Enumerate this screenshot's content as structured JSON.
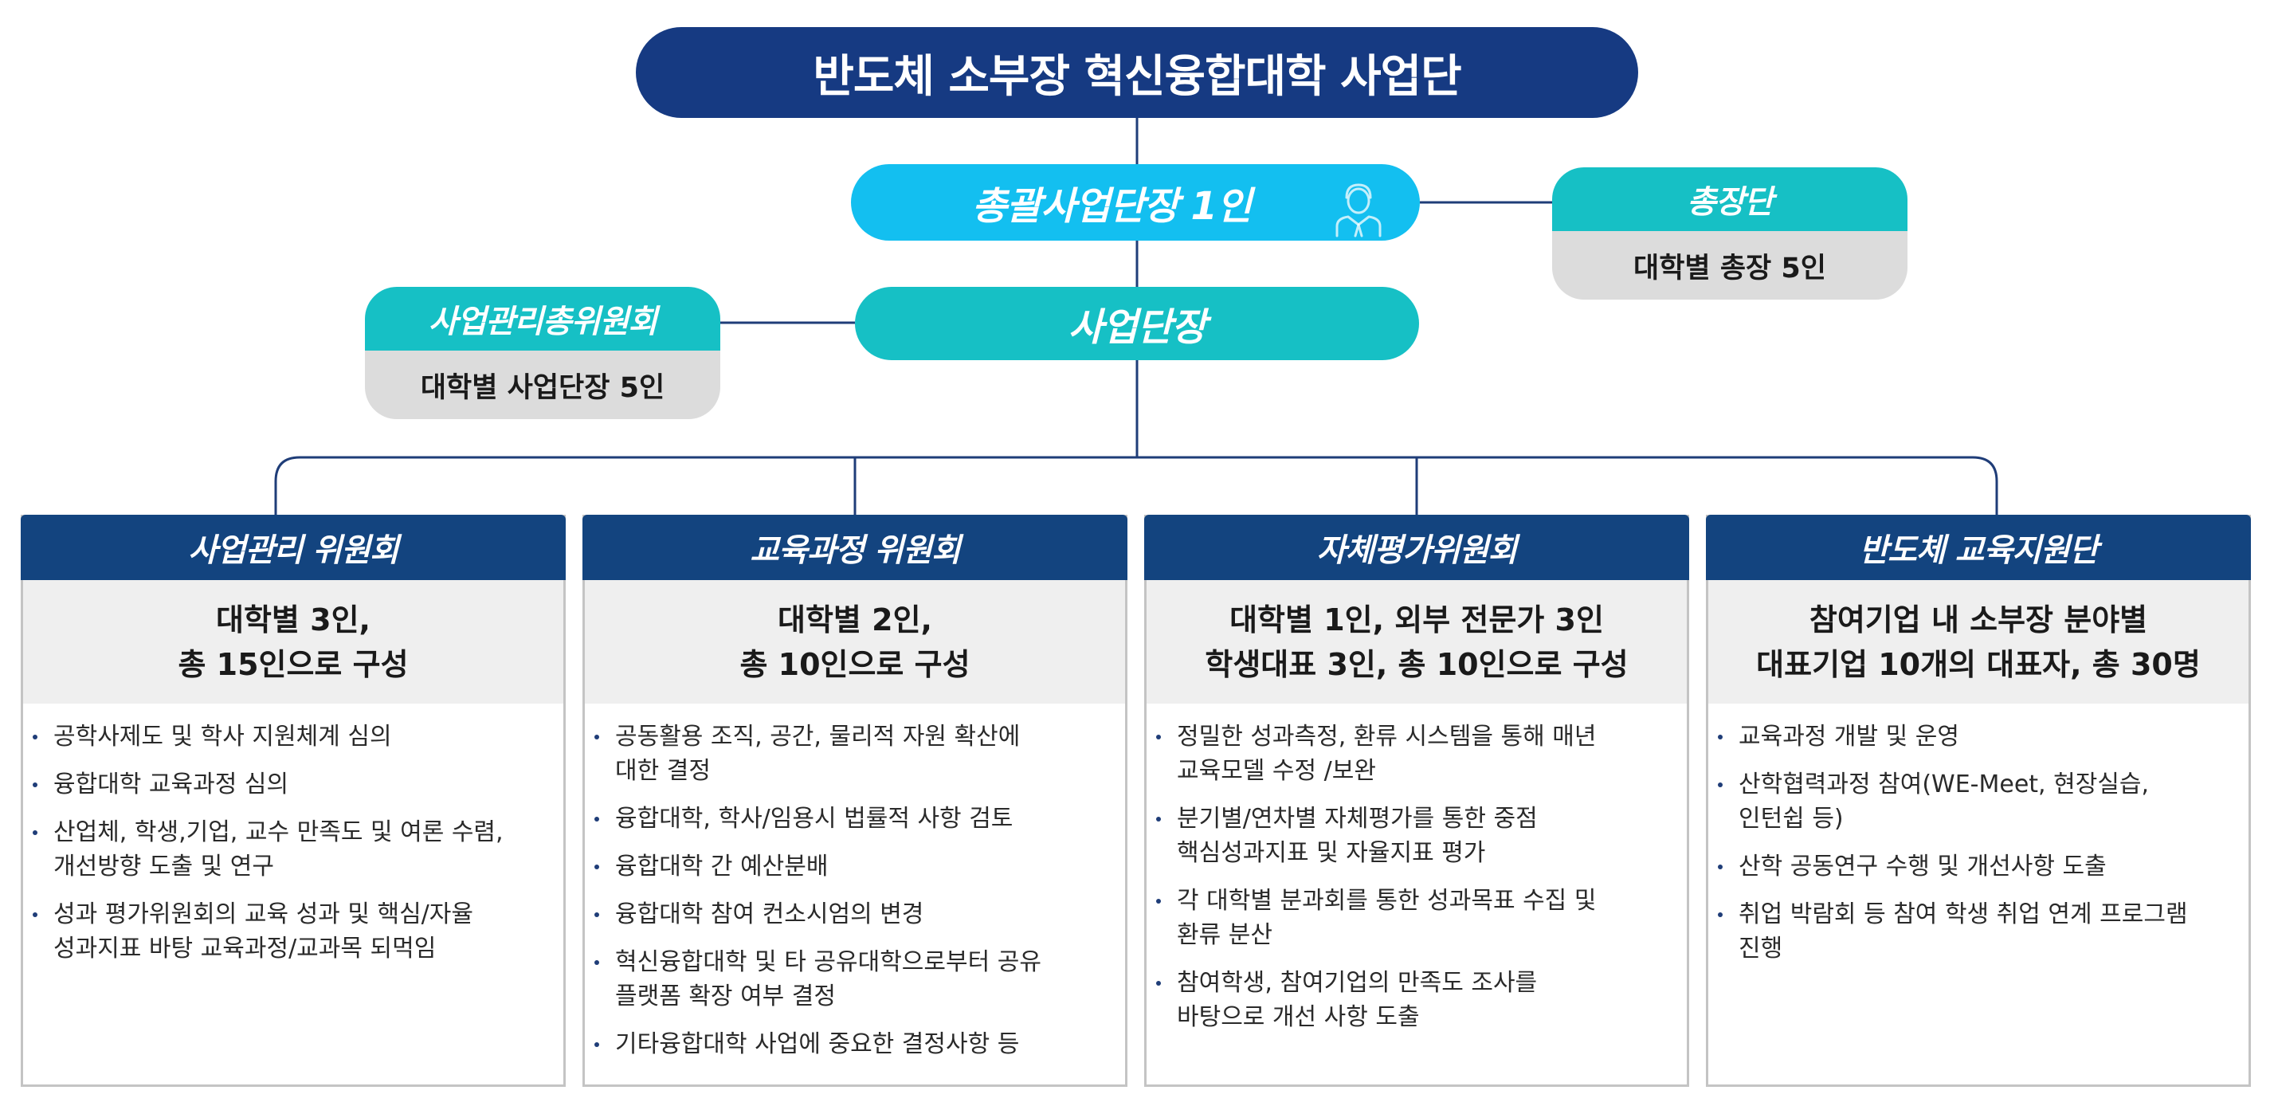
{
  "title": "반도체 소부장 혁신융합대학 사업단",
  "director": {
    "label": "총괄사업단장 1인",
    "icon": "person-icon"
  },
  "president": {
    "title": "총장단",
    "desc": "대학별 총장 5인"
  },
  "project_head": {
    "label": "사업단장"
  },
  "general_committee": {
    "title": "사업관리총위원회",
    "desc": "대학별 사업단장 5인"
  },
  "colors": {
    "navy": "#163a82",
    "sky": "#13bff0",
    "teal": "#16c0c5",
    "committee_header": "#13447f",
    "connector": "#1f3d78"
  },
  "committees": [
    {
      "title": "사업관리 위원회",
      "sub1": "대학별 3인,",
      "sub2": "총 15인으로 구성",
      "items": [
        "공학사제도 및 학사 지원체계 심의",
        "융합대학 교육과정 심의",
        "산업체, 학생,기업, 교수 만족도 및 여론 수렴,\n개선방향 도출 및 연구",
        "성과 평가위원회의 교육 성과 및 핵심/자율\n성과지표 바탕 교육과정/교과목 되먹임"
      ]
    },
    {
      "title": "교육과정 위원회",
      "sub1": "대학별 2인,",
      "sub2": "총 10인으로 구성",
      "items": [
        "공동활용 조직, 공간, 물리적 자원 확산에\n대한 결정",
        "융합대학, 학사/임용시 법률적 사항 검토",
        "융합대학 간 예산분배",
        "융합대학 참여 컨소시엄의 변경",
        "혁신융합대학 및 타 공유대학으로부터 공유\n플랫폼 확장 여부 결정",
        "기타융합대학 사업에 중요한 결정사항 등"
      ]
    },
    {
      "title": "자체평가위원회",
      "sub1": "대학별 1인, 외부 전문가 3인",
      "sub2": "학생대표 3인, 총 10인으로 구성",
      "items": [
        "정밀한 성과측정, 환류 시스템을 통해 매년\n교육모델 수정 /보완",
        "분기별/연차별 자체평가를 통한 중점\n핵심성과지표 및 자율지표 평가",
        "각 대학별 분과회를 통한 성과목표 수집 및\n환류 분산",
        "참여학생, 참여기업의 만족도 조사를\n바탕으로 개선 사항 도출"
      ]
    },
    {
      "title": "반도체 교육지원단",
      "sub1": "참여기업 내 소부장 분야별",
      "sub2": "대표기업 10개의 대표자, 총 30명",
      "items": [
        "교육과정 개발 및 운영",
        "산학협력과정 참여(WE-Meet, 현장실습,\n인턴쉽 등)",
        "산학 공동연구 수행 및 개선사항 도출",
        "취업 박람회 등 참여 학생 취업 연계 프로그램\n진행"
      ]
    }
  ]
}
